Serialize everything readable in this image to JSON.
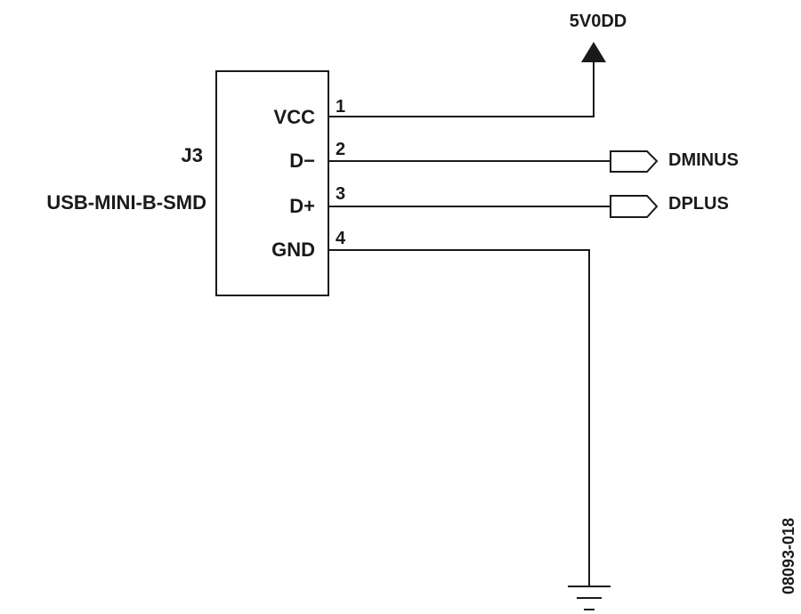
{
  "connector": {
    "ref": "J3",
    "part": "USB-MINI-B-SMD",
    "pins": [
      {
        "name": "VCC",
        "number": "1"
      },
      {
        "name": "D−",
        "number": "2"
      },
      {
        "name": "D+",
        "number": "3"
      },
      {
        "name": "GND",
        "number": "4"
      }
    ]
  },
  "nets": {
    "power": "5V0DD",
    "dminus": "DMINUS",
    "dplus": "DPLUS"
  },
  "figure_id": "08093-018"
}
